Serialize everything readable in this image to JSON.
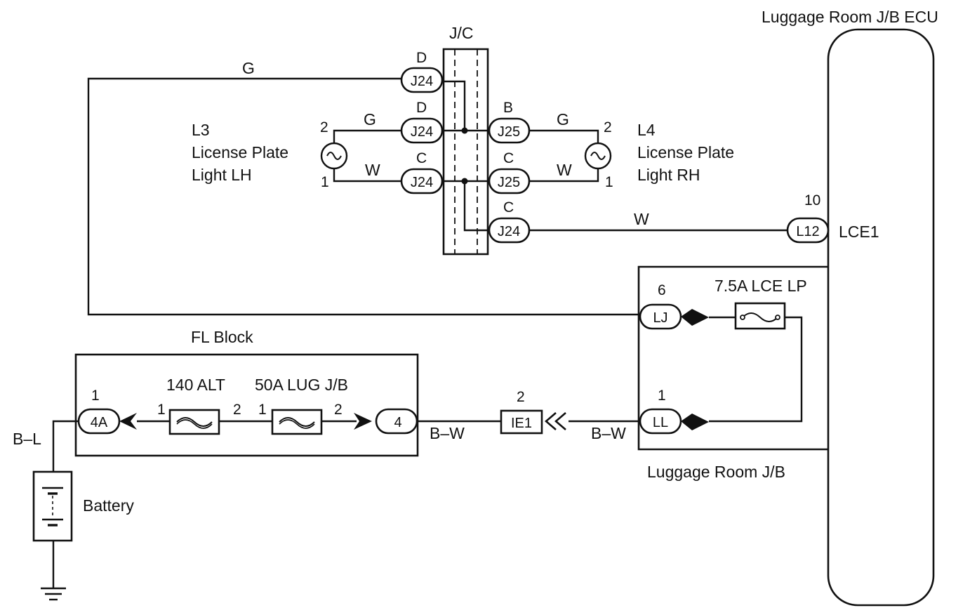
{
  "title": "Luggage Room J/B ECU",
  "jc": {
    "label": "J/C"
  },
  "fl_block": {
    "label": "FL Block",
    "alt_fuse": "140 ALT",
    "lug_fuse": "50A LUG J/B"
  },
  "luggage_jb": {
    "label": "Luggage Room J/B",
    "fuse": "7.5A LCE LP"
  },
  "battery": {
    "label": "Battery"
  },
  "l3": {
    "id": "L3",
    "line1": "License Plate",
    "line2": "Light LH"
  },
  "l4": {
    "id": "L4",
    "line1": "License Plate",
    "line2": "Light RH"
  },
  "ecu_terminal": "LCE1",
  "wire_colors": {
    "g_top": "G",
    "g_l3": "G",
    "w_l3": "W",
    "g_l4": "G",
    "w_l4": "W",
    "w_ecu": "W",
    "bl": "B–L",
    "bw_left": "B–W",
    "bw_right": "B–W"
  },
  "connectors": {
    "j24_top": "J24",
    "j24_mid": "J24",
    "j24_low": "J24",
    "j24_right": "J24",
    "j25_top": "J25",
    "j25_low": "J25",
    "l12": "L12",
    "lj": "LJ",
    "ll": "LL",
    "c4a": "4A",
    "c4": "4",
    "ie1": "IE1"
  },
  "pins": {
    "j24_top": "D",
    "j24_mid": "D",
    "j24_low": "C",
    "j24_right": "C",
    "j25_top": "B",
    "j25_low": "C",
    "l3_top": "2",
    "l3_bot": "1",
    "l4_top": "2",
    "l4_bot": "1",
    "l12": "10",
    "lj": "6",
    "ll": "1",
    "c4a": "1",
    "ie1": "2",
    "alt_in": "1",
    "alt_out": "2",
    "lug_in": "1",
    "lug_out": "2"
  }
}
